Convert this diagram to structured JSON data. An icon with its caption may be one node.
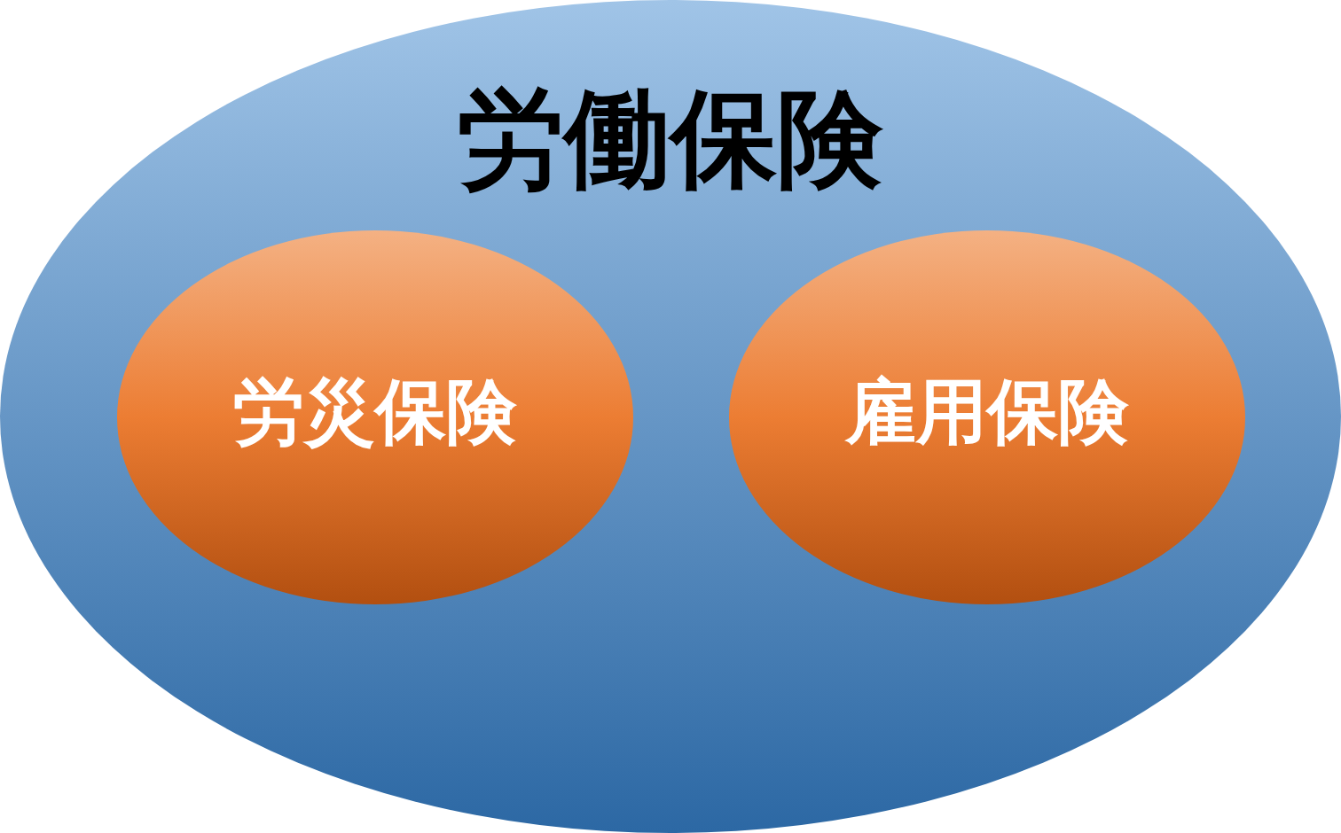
{
  "diagram": {
    "nodes": [
      {
        "text": [
          "労働保険"
        ]
      },
      {
        "text": [
          "労災保険"
        ],
        "in": 0
      },
      {
        "text": [
          "雇用保険"
        ],
        "in": 0
      }
    ]
  }
}
